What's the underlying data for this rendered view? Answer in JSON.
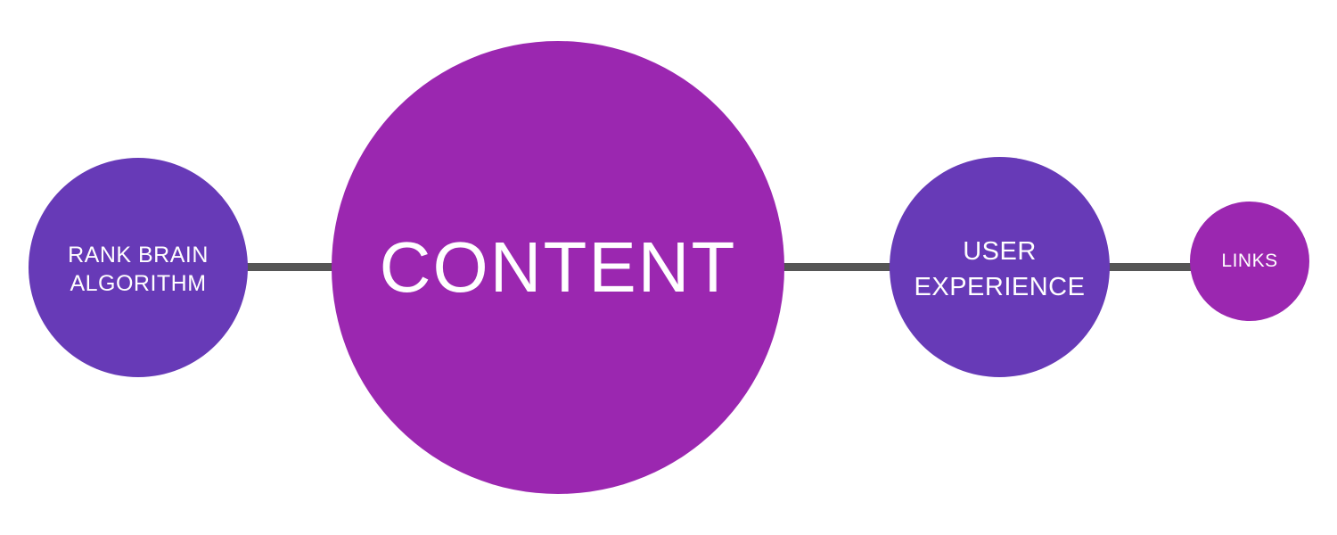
{
  "colors": {
    "node_primary": "#9b27b0",
    "node_secondary": "#673ab7",
    "connector": "#555555",
    "text": "#ffffff",
    "background": "#ffffff"
  },
  "nodes": [
    {
      "id": "rank-brain-algorithm",
      "label": "RANK BRAIN\nALGORITHM",
      "color": "#673ab7"
    },
    {
      "id": "content",
      "label": "CONTENT",
      "color": "#9b27b0"
    },
    {
      "id": "user-experience",
      "label": "USER\nEXPERIENCE",
      "color": "#673ab7"
    },
    {
      "id": "links",
      "label": "LINKS",
      "color": "#9b27b0"
    }
  ],
  "edges": [
    {
      "from": "rank-brain-algorithm",
      "to": "content"
    },
    {
      "from": "content",
      "to": "user-experience"
    },
    {
      "from": "user-experience",
      "to": "links"
    }
  ]
}
